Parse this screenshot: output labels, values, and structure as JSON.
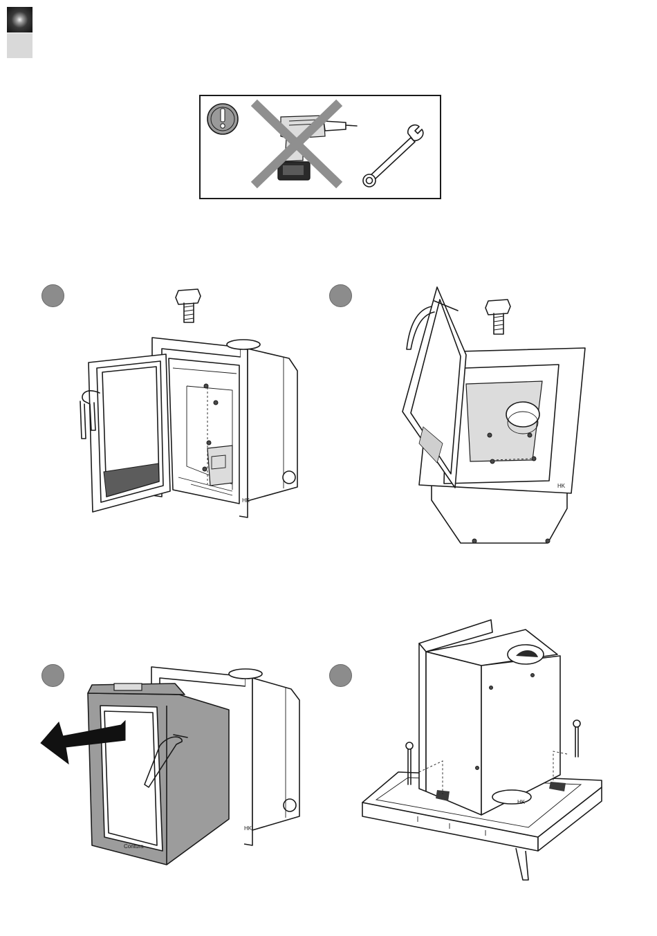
{
  "header_tabs": [
    {
      "name": "section-tab-active",
      "color": "#1a1a1a"
    },
    {
      "name": "section-tab-inactive",
      "color": "#d9d9d9"
    }
  ],
  "warning_panel": {
    "icons": [
      "warning-exclamation-icon",
      "power-drill-icon",
      "prohibited-cross-icon",
      "wrench-icon"
    ],
    "cross_color": "#8f8f8f"
  },
  "steps": [
    {
      "id": "step-1",
      "badge_color": "#8c8c8c",
      "parts": [
        "bolt-icon",
        "open-stove-illustration"
      ]
    },
    {
      "id": "step-2",
      "badge_color": "#8c8c8c",
      "parts": [
        "bolt-icon",
        "stove-top-view-illustration"
      ]
    },
    {
      "id": "step-3",
      "badge_color": "#8c8c8c",
      "parts": [
        "pull-out-arrow-icon",
        "stove-insert-removal-illustration"
      ],
      "brand_mark": "Contura"
    },
    {
      "id": "step-4",
      "badge_color": "#8c8c8c",
      "parts": [
        "stove-on-pallet-illustration",
        "screw-icon"
      ]
    }
  ],
  "signature": "HK"
}
